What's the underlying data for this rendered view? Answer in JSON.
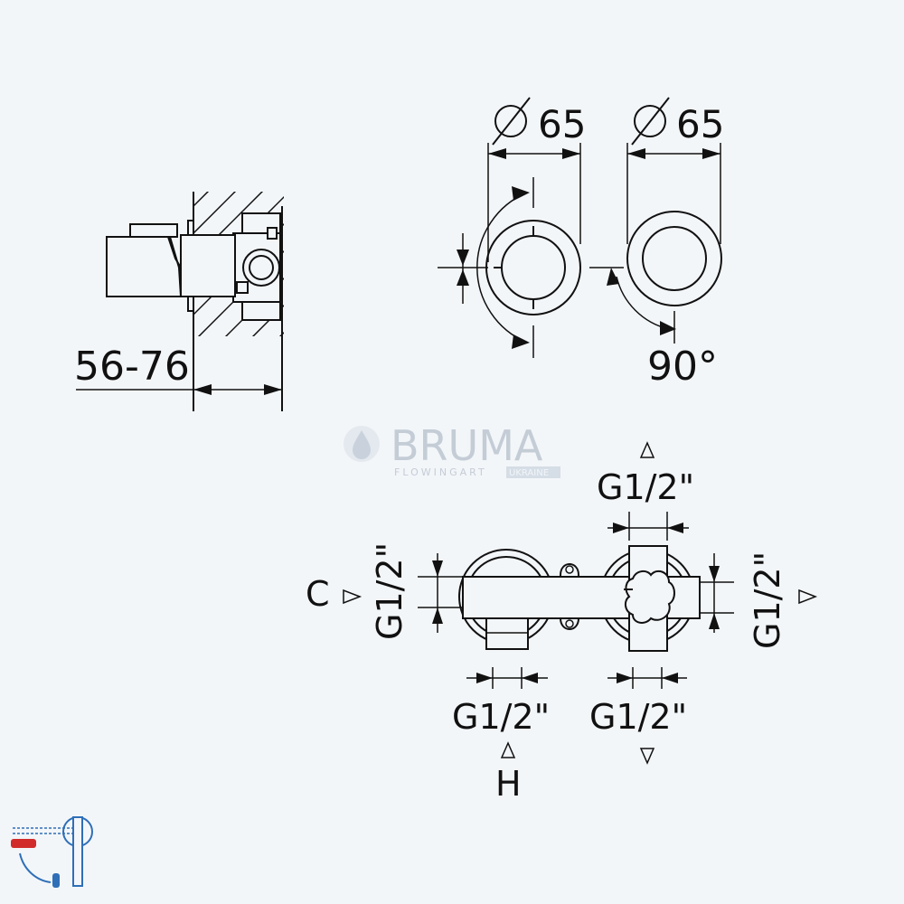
{
  "dimensions": {
    "depth_range": "56-76",
    "diameter_left": "65",
    "diameter_right": "65",
    "rotation_angle": "90°"
  },
  "connections": {
    "top": "G1/2\"",
    "left_vertical": "G1/2\"",
    "right_vertical": "G1/2\"",
    "bottom_left": "G1/2\"",
    "bottom_right": "G1/2\""
  },
  "port_letters": {
    "cold": "C",
    "hot": "H"
  },
  "watermark": {
    "brand": "BRUMA",
    "tagline": "FLOWINGART",
    "region": "UKRAINE"
  },
  "colors": {
    "background": "#f3f6f9",
    "line": "#111111",
    "watermark": "#c4ccd6",
    "icon_blue": "#2f6fb7",
    "icon_red": "#d12b2b"
  }
}
